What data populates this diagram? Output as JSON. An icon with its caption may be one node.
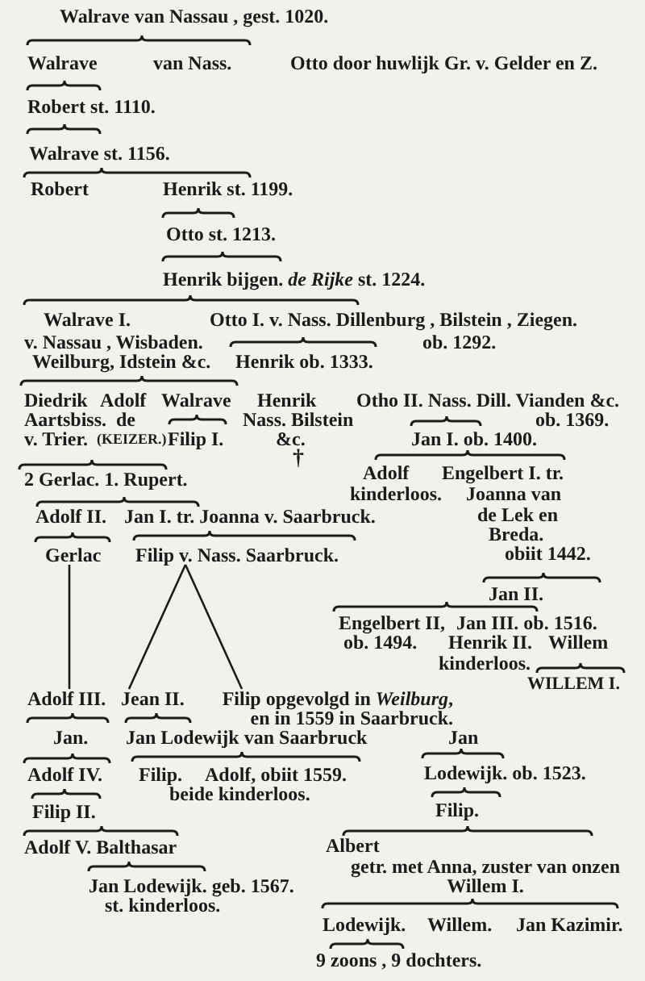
{
  "diagram": {
    "nodes": [
      {
        "text": [
          "Gerlac"
        ]
      },
      {
        "text": [
          "Filip v. Nass. Saarbruck."
        ]
      },
      {
        "text": [
          "Adolf III."
        ]
      },
      {
        "text": [
          "Jean II."
        ]
      },
      {
        "text": [
          "Filip opgevolgd in *Weilburg*, en in 1559 in Saarbruck."
        ]
      }
    ],
    "edges": [
      {
        "from": 0,
        "to": 2,
        "arrow": "none"
      },
      {
        "from": 1,
        "to": 3,
        "arrow": "none"
      },
      {
        "from": 1,
        "to": 4,
        "arrow": "none"
      }
    ],
    "labels": [
      "Walrave van Nassau , gest. 1020.",
      "Walrave",
      "van Nass.",
      "Otto door huwlijk Gr. v. Gelder en Z.",
      "Robert st. 1110.",
      "Walrave st. 1156.",
      "Robert",
      "Henrik st. 1199.",
      "Otto st. 1213.",
      "Henrik bijgen. *de Rijke* st. 1224.",
      "Walrave I.",
      "Otto I. v. Nass. Dillenburg , Bilstein , Ziegen.",
      "v. Nassau , Wisbaden.",
      "ob. 1292.",
      "Weilburg, Idstein &c.",
      "Henrik ob. 1333.",
      "Diedrik",
      "Adolf",
      "Walrave",
      "Henrik",
      "Otho II. Nass. Dill. Vianden &c.",
      "Aartsbiss.",
      "de",
      "Nass. Bilstein",
      "ob. 1369.",
      "v. Trier.",
      "(KEIZER.)",
      "Filip I.",
      "&c.",
      "Jan I. ob. 1400.",
      "†",
      "2 Gerlac. 1. Rupert.",
      "Adolf",
      "Engelbert I. tr.",
      "kinderloos.",
      "Joanna van",
      "Adolf II.",
      "Jan I. tr. Joanna v. Saarbruck.",
      "de Lek en",
      "Breda.",
      "obiit 1442.",
      "Jan II.",
      "Engelbert II,",
      "Jan III. ob. 1516.",
      "ob. 1494.",
      "Henrik II.",
      "Willem",
      "kinderloos.",
      "WILLEM I.",
      "Jan.",
      "Jan Lodewijk van Saarbruck",
      "Jan",
      "Adolf IV.",
      "Filip.",
      "Adolf, obiit 1559.",
      "Lodewijk. ob. 1523.",
      "beide kinderloos.",
      "Filip II.",
      "Filip.",
      "Adolf V. Balthasar",
      "Albert",
      "getr. met Anna, zuster van onzen Willem I.",
      "Jan Lodewijk. geb. 1567. st. kinderloos.",
      "Lodewijk.",
      "Willem.",
      "Jan Kazimir.",
      "9 zoons , 9 dochters."
    ]
  }
}
